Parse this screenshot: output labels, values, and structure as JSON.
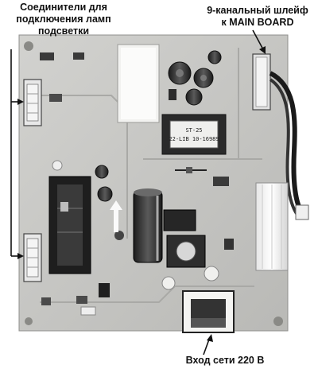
{
  "annotations": {
    "lamp_connectors": [
      "Соединители для",
      "подключения ламп",
      "подсветки"
    ],
    "main_board_cable": [
      "9-канальный шлейф",
      "к MAIN BOARD"
    ],
    "mains_input": "Вход сети 220 В"
  },
  "transformer_marking": [
    "ST-25",
    "22-LIB 10-16989"
  ],
  "colors": {
    "background": "#ffffff",
    "pcb": "#c7c7c4",
    "annotation_text": "#111111"
  }
}
